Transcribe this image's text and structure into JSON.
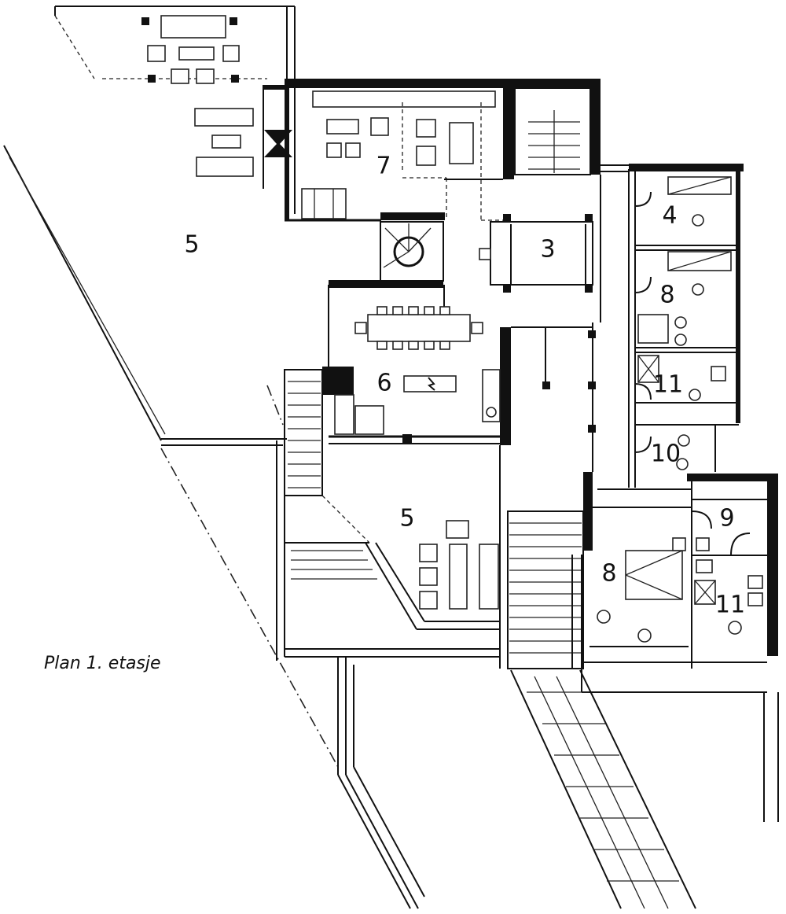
{
  "caption": "Plan 1. etasje",
  "rooms": [
    {
      "id": "terrace-upper",
      "label": "5"
    },
    {
      "id": "living",
      "label": "7"
    },
    {
      "id": "hall",
      "label": "3"
    },
    {
      "id": "bedroom-a",
      "label": "4"
    },
    {
      "id": "bedroom-b",
      "label": "8"
    },
    {
      "id": "kitchen-dining",
      "label": "6"
    },
    {
      "id": "bath-a",
      "label": "11"
    },
    {
      "id": "laundry",
      "label": "10"
    },
    {
      "id": "terrace-lower",
      "label": "5"
    },
    {
      "id": "wc",
      "label": "9"
    },
    {
      "id": "bedroom-c",
      "label": "8"
    },
    {
      "id": "bath-b",
      "label": "11"
    }
  ]
}
